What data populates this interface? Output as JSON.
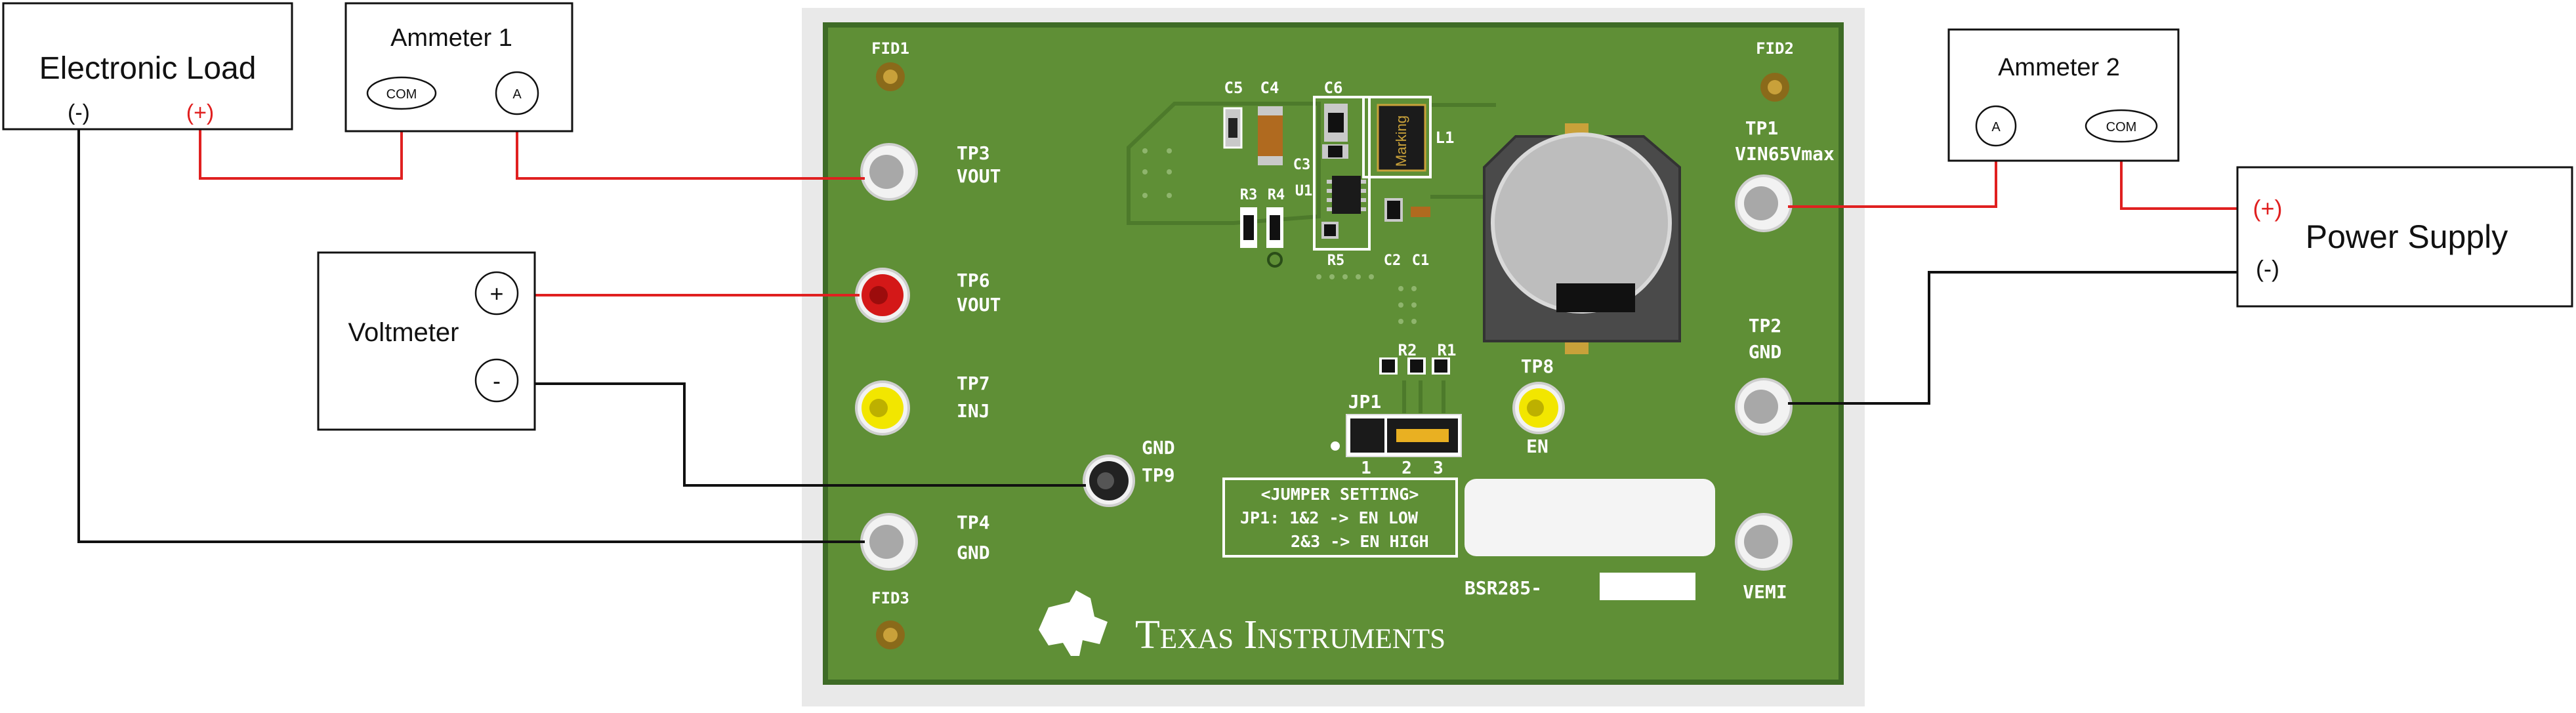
{
  "instruments": {
    "electronic_load": {
      "title": "Electronic Load",
      "neg": "(-)",
      "pos": "(+)"
    },
    "ammeter1": {
      "title": "Ammeter 1",
      "com": "COM",
      "a": "A"
    },
    "ammeter2": {
      "title": "Ammeter 2",
      "a": "A",
      "com": "COM"
    },
    "voltmeter": {
      "title": "Voltmeter",
      "plus": "+",
      "minus": "-"
    },
    "power_supply": {
      "title": "Power Supply",
      "pos": "(+)",
      "neg": "(-)"
    }
  },
  "board": {
    "fiducials": {
      "fid1": "FID1",
      "fid2": "FID2",
      "fid3": "FID3"
    },
    "tp3": {
      "name": "TP3",
      "label": "VOUT"
    },
    "tp6": {
      "name": "TP6",
      "label": "VOUT"
    },
    "tp7": {
      "name": "TP7",
      "label": "INJ"
    },
    "tp9": {
      "name": "TP9",
      "label": "GND"
    },
    "tp4": {
      "name": "TP4",
      "label": "GND"
    },
    "tp1": {
      "name": "TP1",
      "label": "VIN65Vmax"
    },
    "tp2": {
      "name": "TP2",
      "label": "GND"
    },
    "vemi": {
      "label": "VEMI"
    },
    "tp8": {
      "name": "TP8",
      "label": "EN"
    },
    "components": {
      "c5": "C5",
      "c4": "C4",
      "c6": "C6",
      "c3": "C3",
      "u1": "U1",
      "l1": "L1",
      "r3": "R3",
      "r4": "R4",
      "r5": "R5",
      "c2": "C2",
      "c1": "C1",
      "r2": "R2",
      "r1": "R1",
      "jp1": "JP1",
      "marking": "Marking"
    },
    "jp1_pins": [
      "1",
      "2",
      "3"
    ],
    "jumper_setting": {
      "title": "<JUMPER SETTING>",
      "line1": "JP1: 1&2 -> EN LOW",
      "line2": "2&3 -> EN HIGH"
    },
    "part_number_prefix": "BSR285-",
    "logo_text": "Texas Instruments"
  },
  "colors": {
    "board_green": "#5f8f36",
    "board_edge": "#3e6b26",
    "positive_wire": "#e02020",
    "negative_wire": "#111111",
    "tp_red": "#d41818",
    "tp_yellow": "#f2e600"
  }
}
